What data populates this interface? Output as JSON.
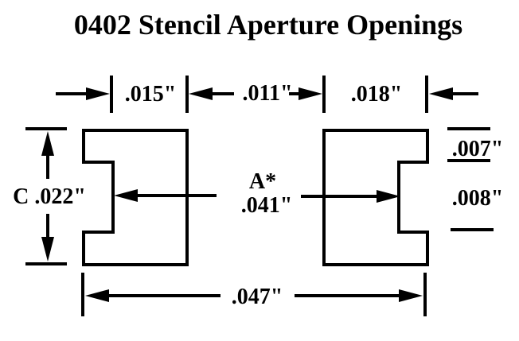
{
  "title": "0402 Stencil Aperture Openings",
  "colors": {
    "ink": "#000000",
    "background": "#ffffff"
  },
  "dimensions": {
    "pad_left_inner_width": ".015\"",
    "pad_gap": ".011\"",
    "pad_right_width": ".018\"",
    "pad_height": "C .022\"",
    "inner_span_name": "A*",
    "inner_span": ".041\"",
    "notch_top_offset": ".007\"",
    "notch_height": ".008\"",
    "total_width": ".047\""
  }
}
